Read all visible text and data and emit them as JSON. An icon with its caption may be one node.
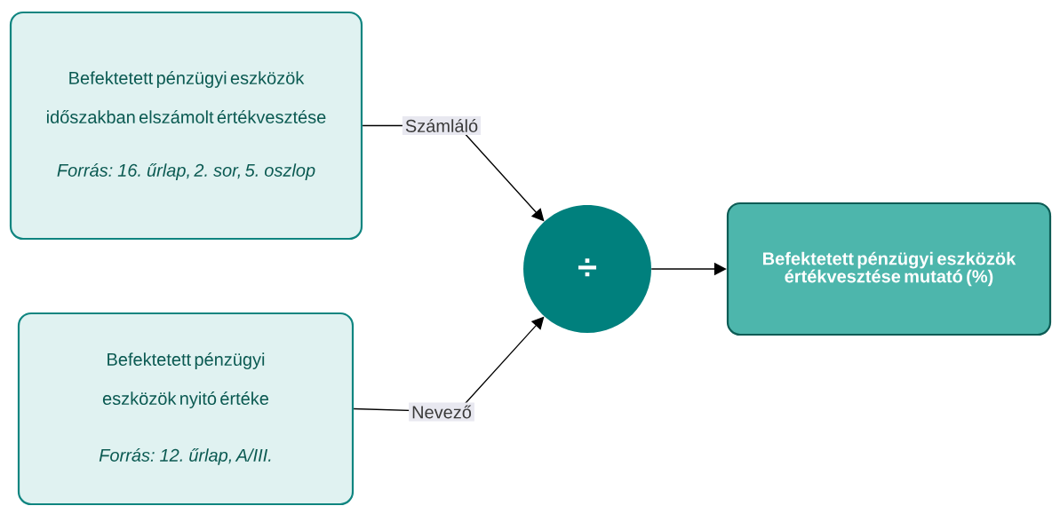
{
  "diagram": {
    "nodes": [
      {
        "text": [
          "Befektetett pénzügyi eszközök időszakban elszámolt értékvesztése",
          "Forrás: 16. űrlap, 2. sor, 5. oszlop"
        ]
      },
      {
        "text": [
          "Befektetett pénzügyi eszközök nyitó értéke",
          "Forrás: 12. űrlap, A/III."
        ]
      },
      {
        "text": [
          "÷"
        ]
      },
      {
        "text": [
          "Befektetett pénzügyi eszközök értékvesztése mutató (%)"
        ]
      }
    ],
    "edges": [
      {
        "from": 0,
        "to": 2,
        "arrow": "to",
        "label": "Számláló"
      },
      {
        "from": 1,
        "to": 2,
        "arrow": "to",
        "label": "Nevező"
      },
      {
        "from": 2,
        "to": 3,
        "arrow": "to"
      }
    ]
  }
}
